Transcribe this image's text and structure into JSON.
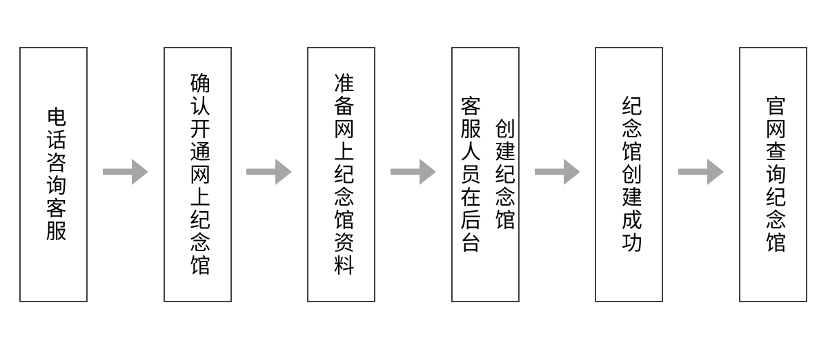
{
  "diagram": {
    "type": "flowchart",
    "direction": "left-to-right",
    "connector": "right-arrow",
    "steps": [
      {
        "lines": [
          "电话咨询客服"
        ]
      },
      {
        "lines": [
          "确认开通网上纪念馆"
        ]
      },
      {
        "lines": [
          "准备网上纪念馆资料"
        ]
      },
      {
        "lines": [
          "客服人员在后台",
          "创建纪念馆"
        ]
      },
      {
        "lines": [
          "纪念馆创建成功"
        ]
      },
      {
        "lines": [
          "官网查询纪念馆"
        ]
      }
    ]
  },
  "colors": {
    "background": "#ffffff",
    "box_border": "#404040",
    "text": "#000000",
    "arrow": "#a6a6a6"
  }
}
